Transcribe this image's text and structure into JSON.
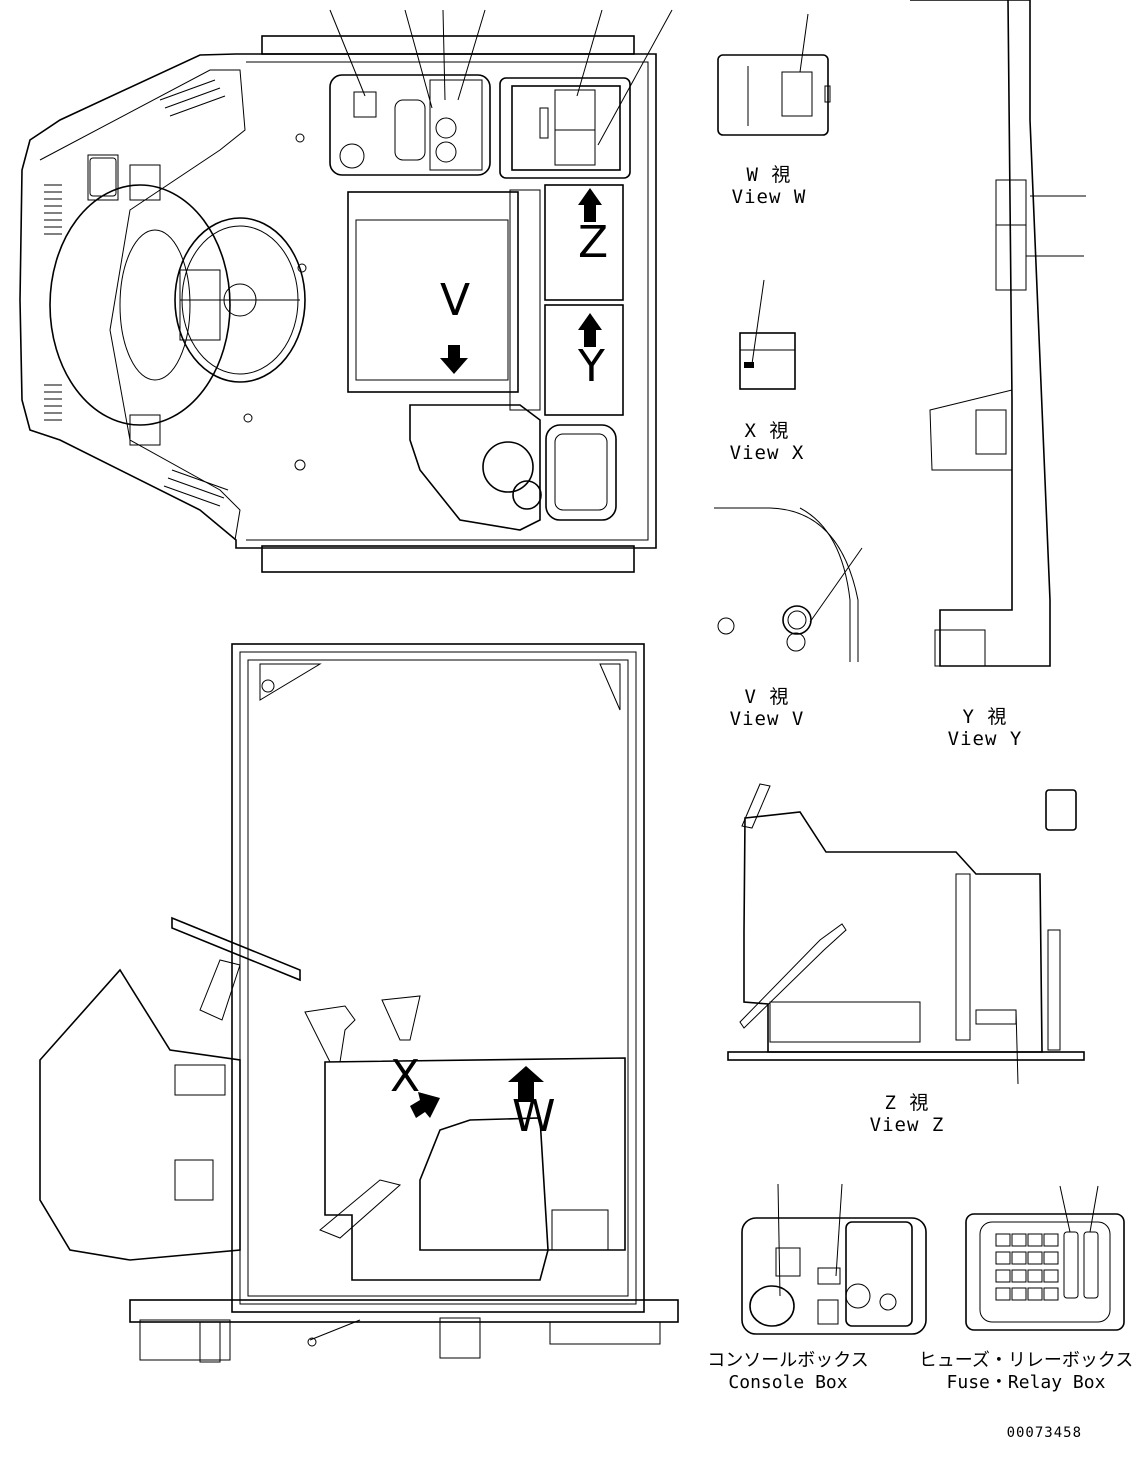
{
  "views": {
    "w": {
      "jp": "W 視",
      "en": "View W"
    },
    "x": {
      "jp": "X 視",
      "en": "View X"
    },
    "v": {
      "jp": "V 視",
      "en": "View V"
    },
    "y": {
      "jp": "Y 視",
      "en": "View Y"
    },
    "z": {
      "jp": "Z 視",
      "en": "View Z"
    }
  },
  "boxes": {
    "console": {
      "jp": "コンソールボックス",
      "en": "Console Box"
    },
    "fuse_relay": {
      "jp": "ヒューズ・リレーボックス",
      "en": "Fuse・Relay Box"
    }
  },
  "arrow_letters": {
    "top": {
      "v": "V",
      "z": "Z",
      "y": "Y"
    },
    "side": {
      "x": "X",
      "w": "W"
    }
  },
  "drawing_number": "00073458"
}
